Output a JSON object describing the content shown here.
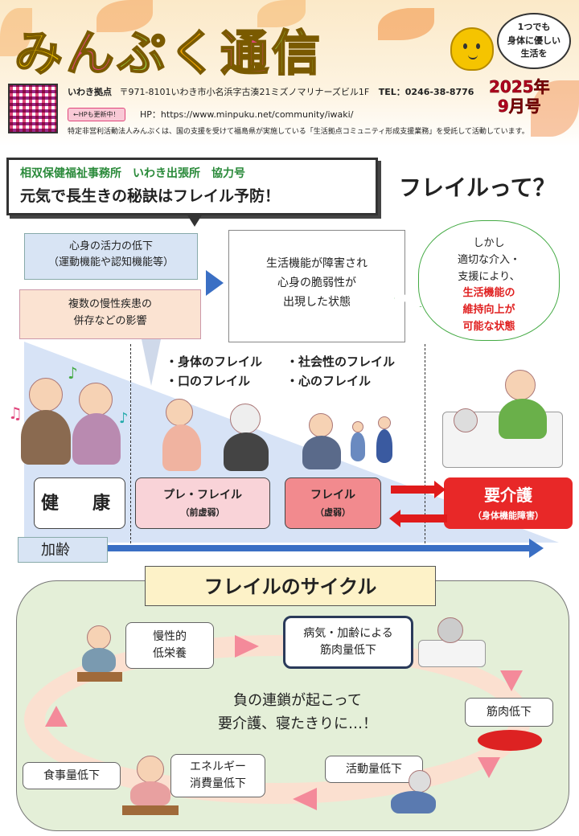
{
  "header": {
    "title_chars": [
      "み",
      "ん",
      "ぷ",
      "く",
      "通",
      "信"
    ],
    "slogan_lines": [
      "1つでも",
      "身体に優しい",
      "生活を"
    ],
    "office_label": "いわき拠点",
    "address": "〒971-8101いわき市小名浜字古湊21ミズノマリナーズビル1F",
    "tel": "TEL：0246-38-8776",
    "hp_badge": "←HPも更新中！",
    "hp": "HP：https://www.minpuku.net/community/iwaki/",
    "note": "特定非営利活動法人みんぷくは、国の支援を受けて福島県が実施している「生活拠点コミュニティ形成支援業務」を受託して活動しています。",
    "issue_year": "2025年",
    "issue_month": "9月号"
  },
  "section1": {
    "source": "相双保健福祉事務所　いわき出張所　協力号",
    "headline": "元気で長生きの秘訣はフレイル予防！",
    "question": "フレイルって？",
    "box1_lines": [
      "心身の活力の低下",
      "（運動機能や認知機能等）"
    ],
    "box2_lines": [
      "複数の慢性疾患の",
      "併存などの影響"
    ],
    "box3_lines": [
      "生活機能が障害され",
      "心身の脆弱性が",
      "出現した状態"
    ],
    "cloud_lines": [
      "しかし",
      "適切な介入・",
      "支援により、"
    ],
    "cloud_red_lines": [
      "生活機能の",
      "維持向上が",
      "可能な状態"
    ],
    "frail_body": [
      "・身体のフレイル",
      "・口のフレイル"
    ],
    "frail_social": [
      "・社会性のフレイル",
      "・心のフレイル"
    ],
    "stages": [
      {
        "label": "健　康",
        "sub": ""
      },
      {
        "label": "プレ・フレイル",
        "sub": "（前虚弱）"
      },
      {
        "label": "フレイル",
        "sub": "（虚弱）"
      },
      {
        "label": "要介護",
        "sub": "（身体機能障害）"
      }
    ],
    "aging": "加齢"
  },
  "section2": {
    "title": "フレイルのサイクル",
    "center_lines": [
      "負の連鎖が起こって",
      "要介護、寝たきりに…！"
    ],
    "cycle": [
      [
        "慢性的",
        "低栄養"
      ],
      [
        "病気・加齢による",
        "筋肉量低下"
      ],
      [
        "筋肉低下"
      ],
      [
        "活動量低下"
      ],
      [
        "エネルギー",
        "消費量低下"
      ],
      [
        "食事量低下"
      ]
    ]
  },
  "colors": {
    "accent_red": "#e82828",
    "accent_blue": "#3a6fc4",
    "green": "#2a8a3a"
  },
  "icons": [
    "qr-code-icon",
    "mascot-icon",
    "music-note-icon",
    "seniors-singing-icon",
    "elderly-woman-icon",
    "coughing-woman-icon",
    "lonely-man-icon",
    "family-icon",
    "caregiver-icon"
  ]
}
